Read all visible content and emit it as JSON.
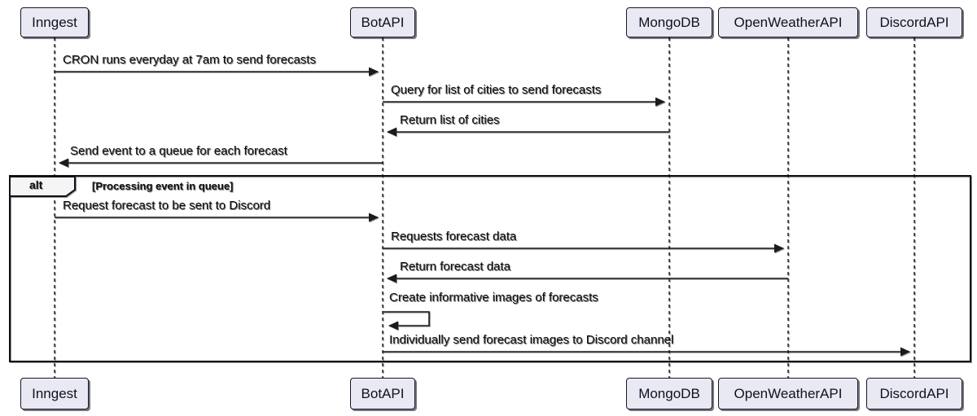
{
  "diagram": {
    "type": "sequence-diagram",
    "participants": [
      {
        "name": "Inngest"
      },
      {
        "name": "BotAPI"
      },
      {
        "name": "MongoDB"
      },
      {
        "name": "OpenWeatherAPI"
      },
      {
        "name": "DiscordAPI"
      }
    ],
    "messages": [
      {
        "from": "Inngest",
        "to": "BotAPI",
        "text": "CRON runs everyday at 7am to send forecasts"
      },
      {
        "from": "BotAPI",
        "to": "MongoDB",
        "text": "Query for list of cities to send forecasts"
      },
      {
        "from": "MongoDB",
        "to": "BotAPI",
        "text": "Return list of cities"
      },
      {
        "from": "BotAPI",
        "to": "Inngest",
        "text": "Send event to a queue for each forecast"
      },
      {
        "from": "Inngest",
        "to": "BotAPI",
        "text": "Request forecast to be sent to Discord"
      },
      {
        "from": "BotAPI",
        "to": "OpenWeatherAPI",
        "text": "Requests forecast data"
      },
      {
        "from": "OpenWeatherAPI",
        "to": "BotAPI",
        "text": "Return forecast data"
      },
      {
        "from": "BotAPI",
        "to": "BotAPI",
        "text": "Create informative images of forecasts"
      },
      {
        "from": "BotAPI",
        "to": "DiscordAPI",
        "text": "Individually send forecast images to Discord channel"
      }
    ],
    "alt_frame": {
      "label": "alt",
      "guard": "[Processing event in queue]"
    },
    "colors": {
      "actor_fill": "#e9e9f4",
      "actor_border": "#16162b",
      "line": "#1b1b1b",
      "background": "#ffffff"
    }
  }
}
